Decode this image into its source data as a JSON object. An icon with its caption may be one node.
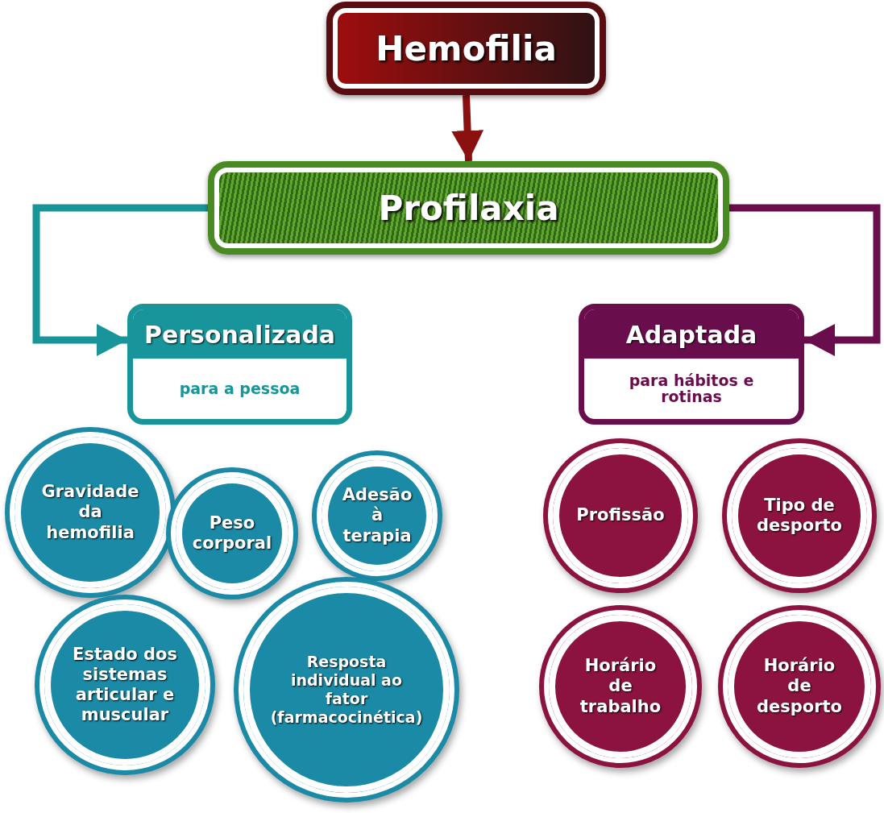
{
  "diagram": {
    "nodes": [
      {
        "text": [
          "Hemofilia"
        ]
      },
      {
        "text": [
          "Profilaxia"
        ]
      },
      {
        "text": [
          "Personalizada",
          "para a pessoa"
        ]
      },
      {
        "text": [
          "Adaptada",
          "para hábitos e rotinas"
        ]
      },
      {
        "text": [
          "Gravidade da hemofilia"
        ]
      },
      {
        "text": [
          "Peso corporal"
        ]
      },
      {
        "text": [
          "Adesão à terapia"
        ]
      },
      {
        "text": [
          "Estado dos sistemas articular e muscular"
        ]
      },
      {
        "text": [
          "Resposta individual ao fator (farmacocinética)"
        ]
      },
      {
        "text": [
          "Profissão"
        ]
      },
      {
        "text": [
          "Tipo de desporto"
        ]
      },
      {
        "text": [
          "Horário de trabalho"
        ]
      },
      {
        "text": [
          "Horário de desporto"
        ]
      }
    ],
    "edges": [
      {
        "from": 0,
        "to": 1,
        "arrow": "to",
        "color": "#8b1010"
      },
      {
        "from": 1,
        "to": 2,
        "arrow": "to",
        "color": "#17959b"
      },
      {
        "from": 1,
        "to": 3,
        "arrow": "to",
        "color": "#6a0d4c"
      }
    ]
  }
}
